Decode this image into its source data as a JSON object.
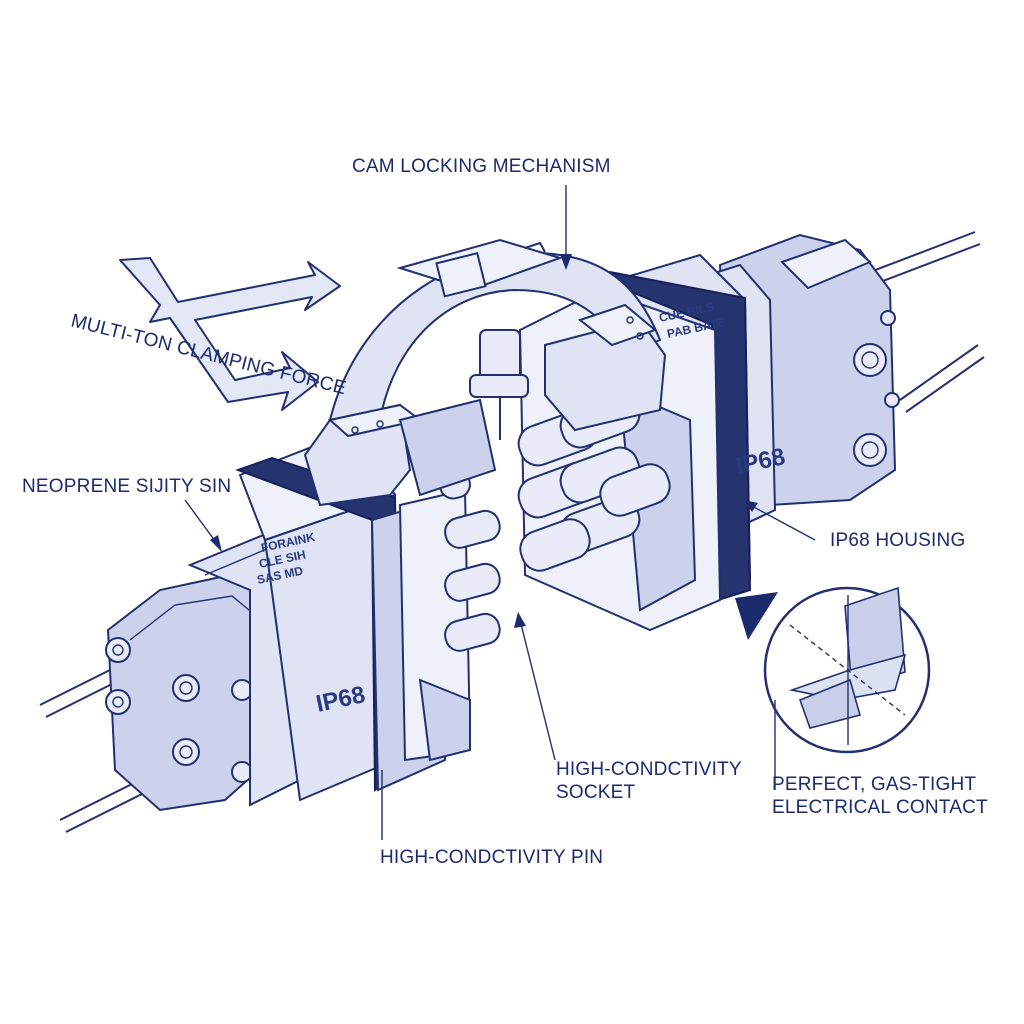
{
  "labels": {
    "cam_locking": "CAM LOCKING MECHANISM",
    "clamping_force": "MULTI-TON CLAMPING FORCE",
    "neoprene_seal": "NEOPRENE SIJITY SIN",
    "ip68_housing": "IP68 HOUSING",
    "socket_line1": "HIGH-CONDCTIVITY",
    "socket_line2": "SOCKET",
    "pin": "HIGH-CONDCTIVITY PIN",
    "contact_line1": "PERFECT, GAS-TIGHT",
    "contact_line2": "ELECTRICAL CONTACT"
  },
  "markings": {
    "left_housing": "IP68",
    "right_housing": "IP68",
    "left_plate_line1": "FORAINK",
    "left_plate_line2": "CLE SIH",
    "left_plate_line3": "SAS MD",
    "right_plate_line1": "CUE BILS",
    "right_plate_line2": "PAB BATE"
  },
  "colors": {
    "ink": "#1b2b6e",
    "body_fill": "#dfe3f4",
    "seal": "#25336f"
  }
}
